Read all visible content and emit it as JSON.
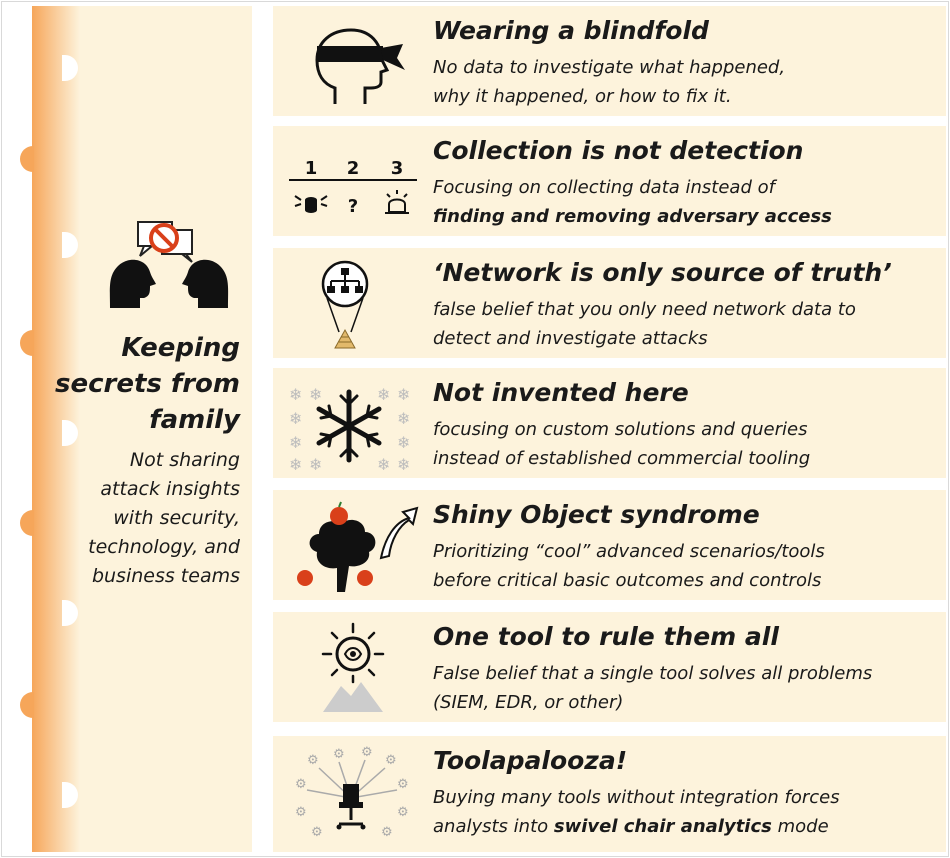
{
  "left": {
    "title_lines": [
      "Keeping",
      "secrets from",
      "family"
    ],
    "desc_lines": [
      "Not sharing",
      "attack insights",
      "with security,",
      "technology, and",
      "business teams"
    ]
  },
  "cards": [
    {
      "title": "Wearing a blindfold",
      "desc_lines": [
        "No data to investigate what happened,",
        "why it happened, or how to fix it."
      ],
      "icon": "blindfold-head-icon"
    },
    {
      "title": "Collection is not detection",
      "desc_lines": [
        "Focusing on collecting data instead of"
      ],
      "desc_bold": "finding and removing adversary access",
      "icon": "steps-1-2-3-icon",
      "step_numbers": [
        "1",
        "2",
        "3"
      ],
      "step_question": "?"
    },
    {
      "title": "‘Network is only source of truth’",
      "desc_lines": [
        "false belief that you only need network data to",
        "detect and investigate attacks"
      ],
      "icon": "network-magnifier-icon"
    },
    {
      "title": "Not invented here",
      "desc_lines": [
        "focusing on custom solutions and queries",
        "instead of established commercial tooling"
      ],
      "icon": "snowflake-icon"
    },
    {
      "title": "Shiny Object syndrome",
      "desc_lines": [
        "Prioritizing “cool” advanced scenarios/tools",
        "before critical basic outcomes and controls"
      ],
      "icon": "apple-tree-icon"
    },
    {
      "title": "One tool to rule them all",
      "desc_lines": [
        "False belief that a single tool solves all problems",
        "(SIEM, EDR, or other)"
      ],
      "icon": "radiant-eye-icon"
    },
    {
      "title": "Toolapalooza!",
      "desc_lines": [
        "Buying many tools without integration forces"
      ],
      "desc_mixed": {
        "before": "analysts into ",
        "bold": "swivel chair analytics",
        "after": " mode"
      },
      "icon": "swivel-chair-gears-icon"
    }
  ],
  "colors": {
    "panel": "#fdf3dc",
    "orange": "#f6a65a",
    "accent_red": "#d9401a"
  }
}
